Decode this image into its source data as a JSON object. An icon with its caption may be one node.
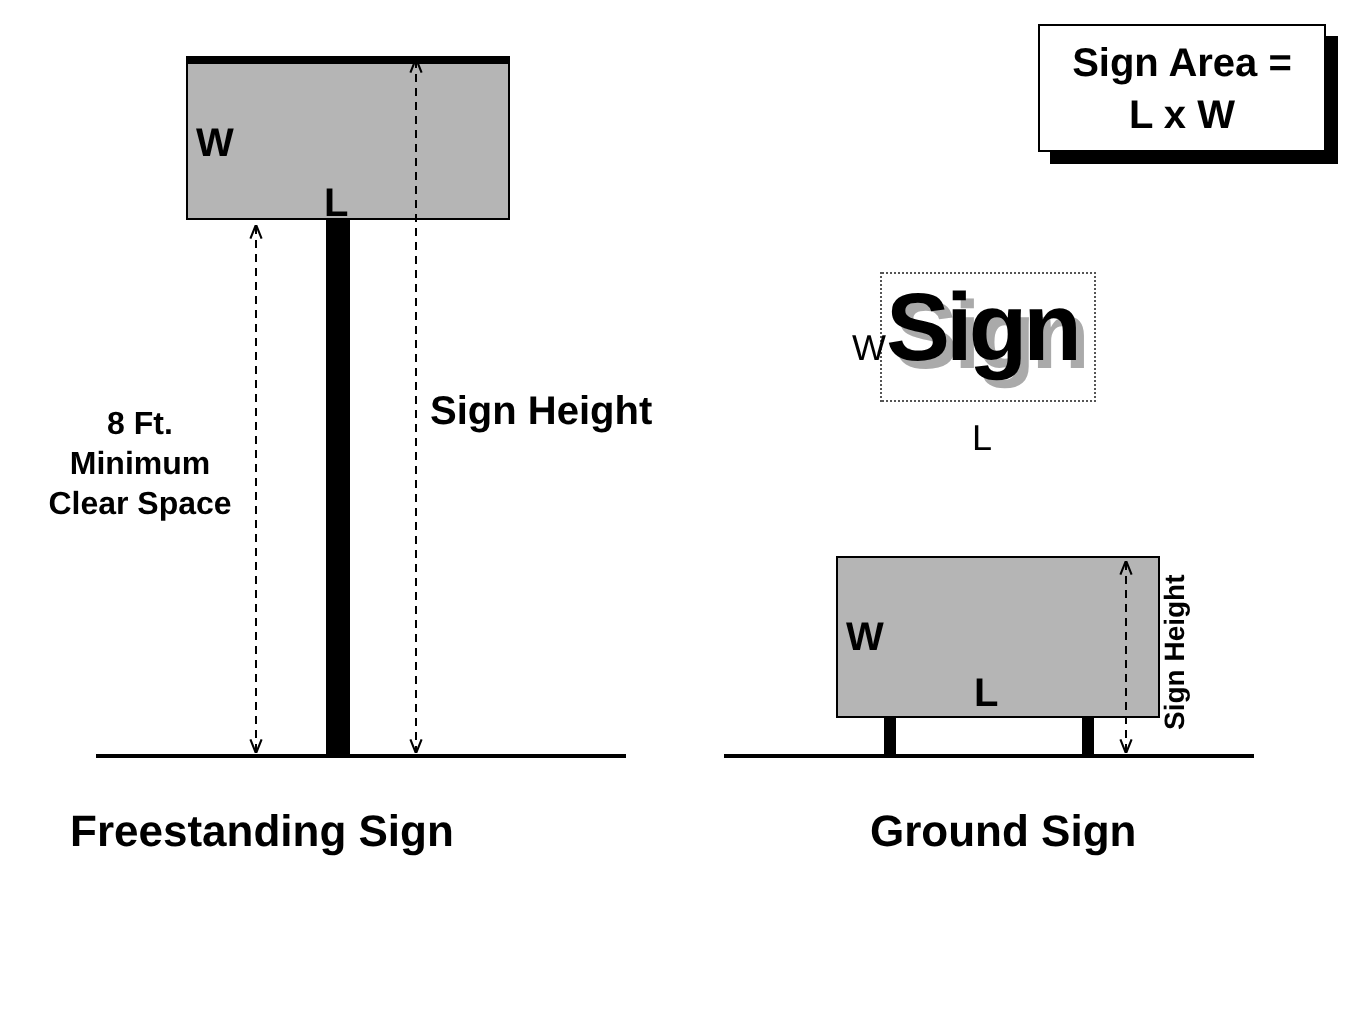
{
  "diagram": {
    "nodes": [
      {
        "text": [
          "W",
          "L"
        ]
      },
      {
        "text": [
          "Sign Area = L x W"
        ]
      },
      {
        "text": [
          "Sign"
        ],
        "beside": [
          "W",
          "L"
        ]
      },
      {
        "text": [
          "W",
          "L"
        ]
      }
    ],
    "labels": [
      "8 Ft. Minimum Clear Space",
      "Sign Height",
      "Sign Height",
      "Freestanding Sign",
      "Ground Sign"
    ]
  }
}
